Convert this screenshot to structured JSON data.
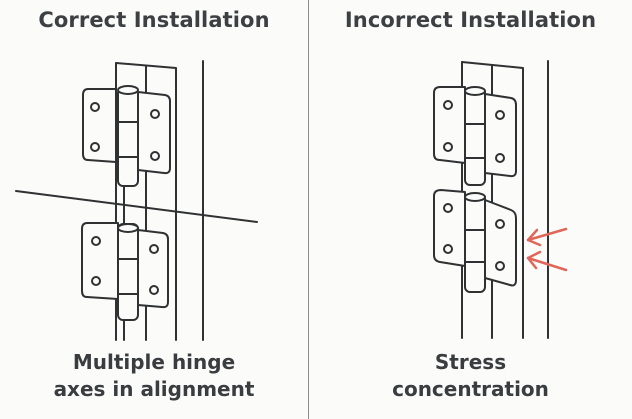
{
  "left_panel": {
    "title": "Correct Installation",
    "caption_line1": "Multiple hinge",
    "caption_line2": "axes in alignment",
    "hinge_count": 2,
    "alignment": "aligned"
  },
  "right_panel": {
    "title": "Incorrect Installation",
    "caption_line1": "Stress",
    "caption_line2": "concentration",
    "hinge_count": 2,
    "alignment": "misaligned",
    "stress_arrow_count": 2
  },
  "colors": {
    "line": "#2f3133",
    "text": "#3a3d40",
    "arrow": "#e0665a",
    "divider": "#8e8e8e",
    "background": "#fbfbfa"
  }
}
